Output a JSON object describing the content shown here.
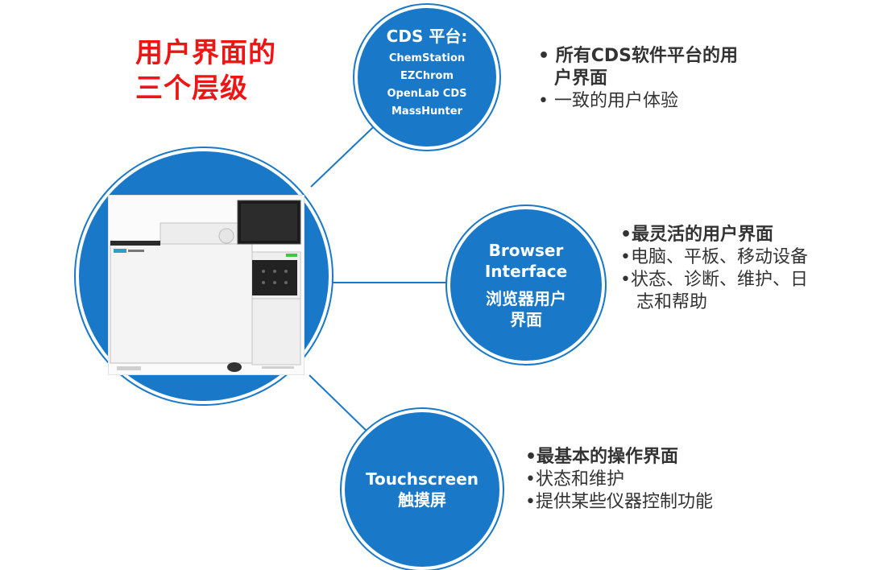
{
  "title": {
    "line1": "用户界面的",
    "line2": "三个层级"
  },
  "cds": {
    "heading": "CDS 平台:",
    "items": [
      "ChemStation",
      "EZChrom",
      "OpenLab CDS",
      "MassHunter"
    ],
    "bullets": [
      {
        "first": "• 所有CDS软件平台的用",
        "second": "户界面"
      },
      {
        "first": "• 一致的用户体验"
      }
    ]
  },
  "browser": {
    "line1": "Browser",
    "line2": "Interface",
    "line3": "浏览器用户",
    "line4": "界面",
    "bullets": [
      "•最灵活的用户界面",
      "•电脑、平板、移动设备",
      "•状态、诊断、维护、日",
      "志和帮助"
    ]
  },
  "touch": {
    "line1": "Touchscreen",
    "line2": "触摸屏",
    "bullets": [
      "•最基本的操作界面",
      "•状态和维护",
      "•提供某些仪器控制功能"
    ]
  },
  "colors": {
    "title": "#f01414",
    "circle": "#1a78c9",
    "text": "#333333"
  }
}
